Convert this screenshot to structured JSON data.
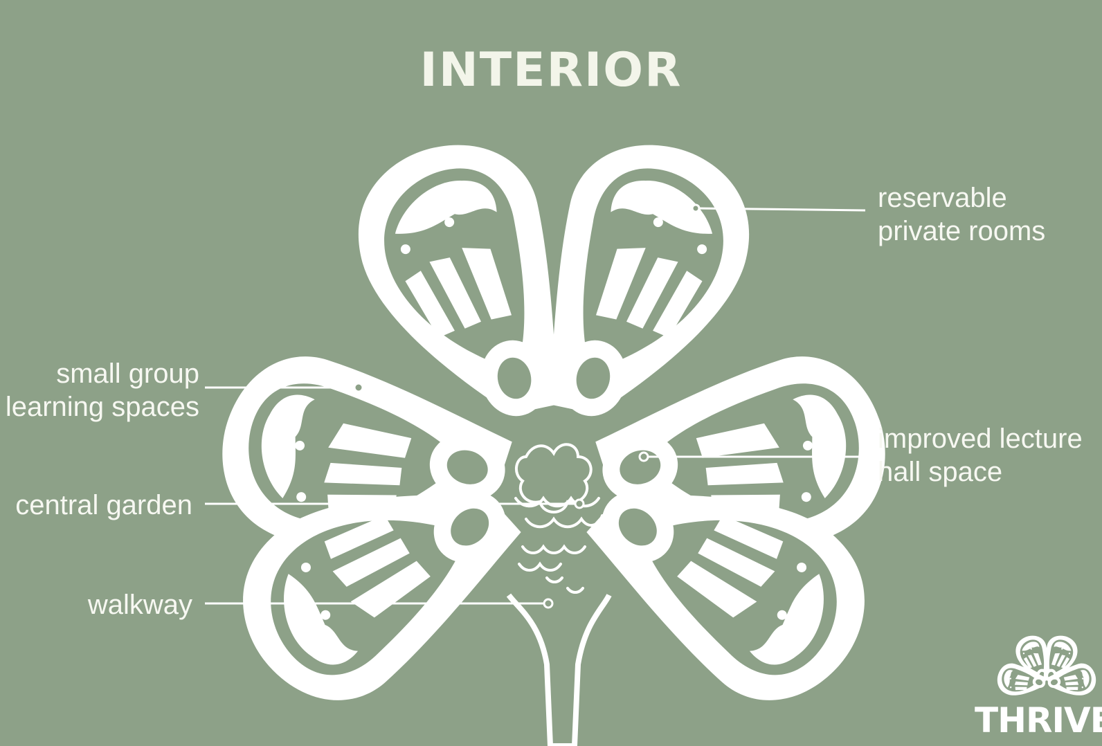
{
  "title": "INTERIOR",
  "labels": {
    "private_rooms": [
      "reservable",
      "private rooms"
    ],
    "small_group": [
      "small group",
      "learning spaces"
    ],
    "lecture_hall": [
      "improved lecture",
      "hall space"
    ],
    "central_garden": "central garden",
    "walkway": "walkway"
  },
  "brand": {
    "name": "THRIVE"
  },
  "colors": {
    "background": "#8da188",
    "foreground": "#ffffff"
  }
}
